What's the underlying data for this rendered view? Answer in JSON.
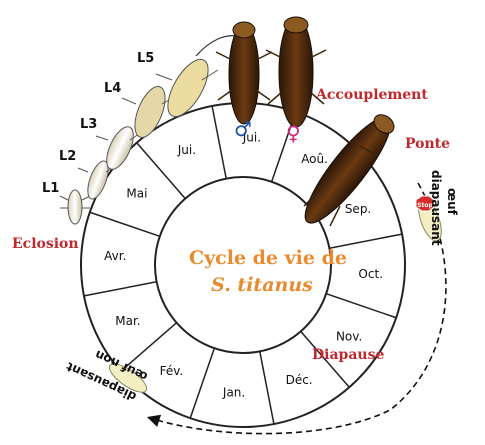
{
  "title": {
    "line1": "Cycle de vie de",
    "line2": "S. titanus"
  },
  "months": [
    "Jui.",
    "Aoû.",
    "Sep.",
    "Oct.",
    "Nov.",
    "Déc.",
    "Jan.",
    "Fév.",
    "Mar.",
    "Avr.",
    "Mai",
    "Jui."
  ],
  "events": {
    "eclosion": "Eclosion",
    "accouplement": "Accouplement",
    "ponte": "Ponte",
    "diapause": "Diapause"
  },
  "stages": [
    "L1",
    "L2",
    "L3",
    "L4",
    "L5"
  ],
  "symbols": {
    "male": "♂",
    "female": "♀"
  },
  "eggs": {
    "diapausant_line1": "œuf",
    "diapausant_line2": "diapausant",
    "non_diapausant_line1": "œuf non",
    "non_diapausant_line2": "diapausant",
    "stop_sign": "Stop"
  },
  "colors": {
    "event_red": "#c0282d",
    "title_orange": "#e88a2d",
    "male_blue": "#1f4fa8",
    "female_pink": "#d6237f",
    "wheel_stroke": "#222222"
  }
}
